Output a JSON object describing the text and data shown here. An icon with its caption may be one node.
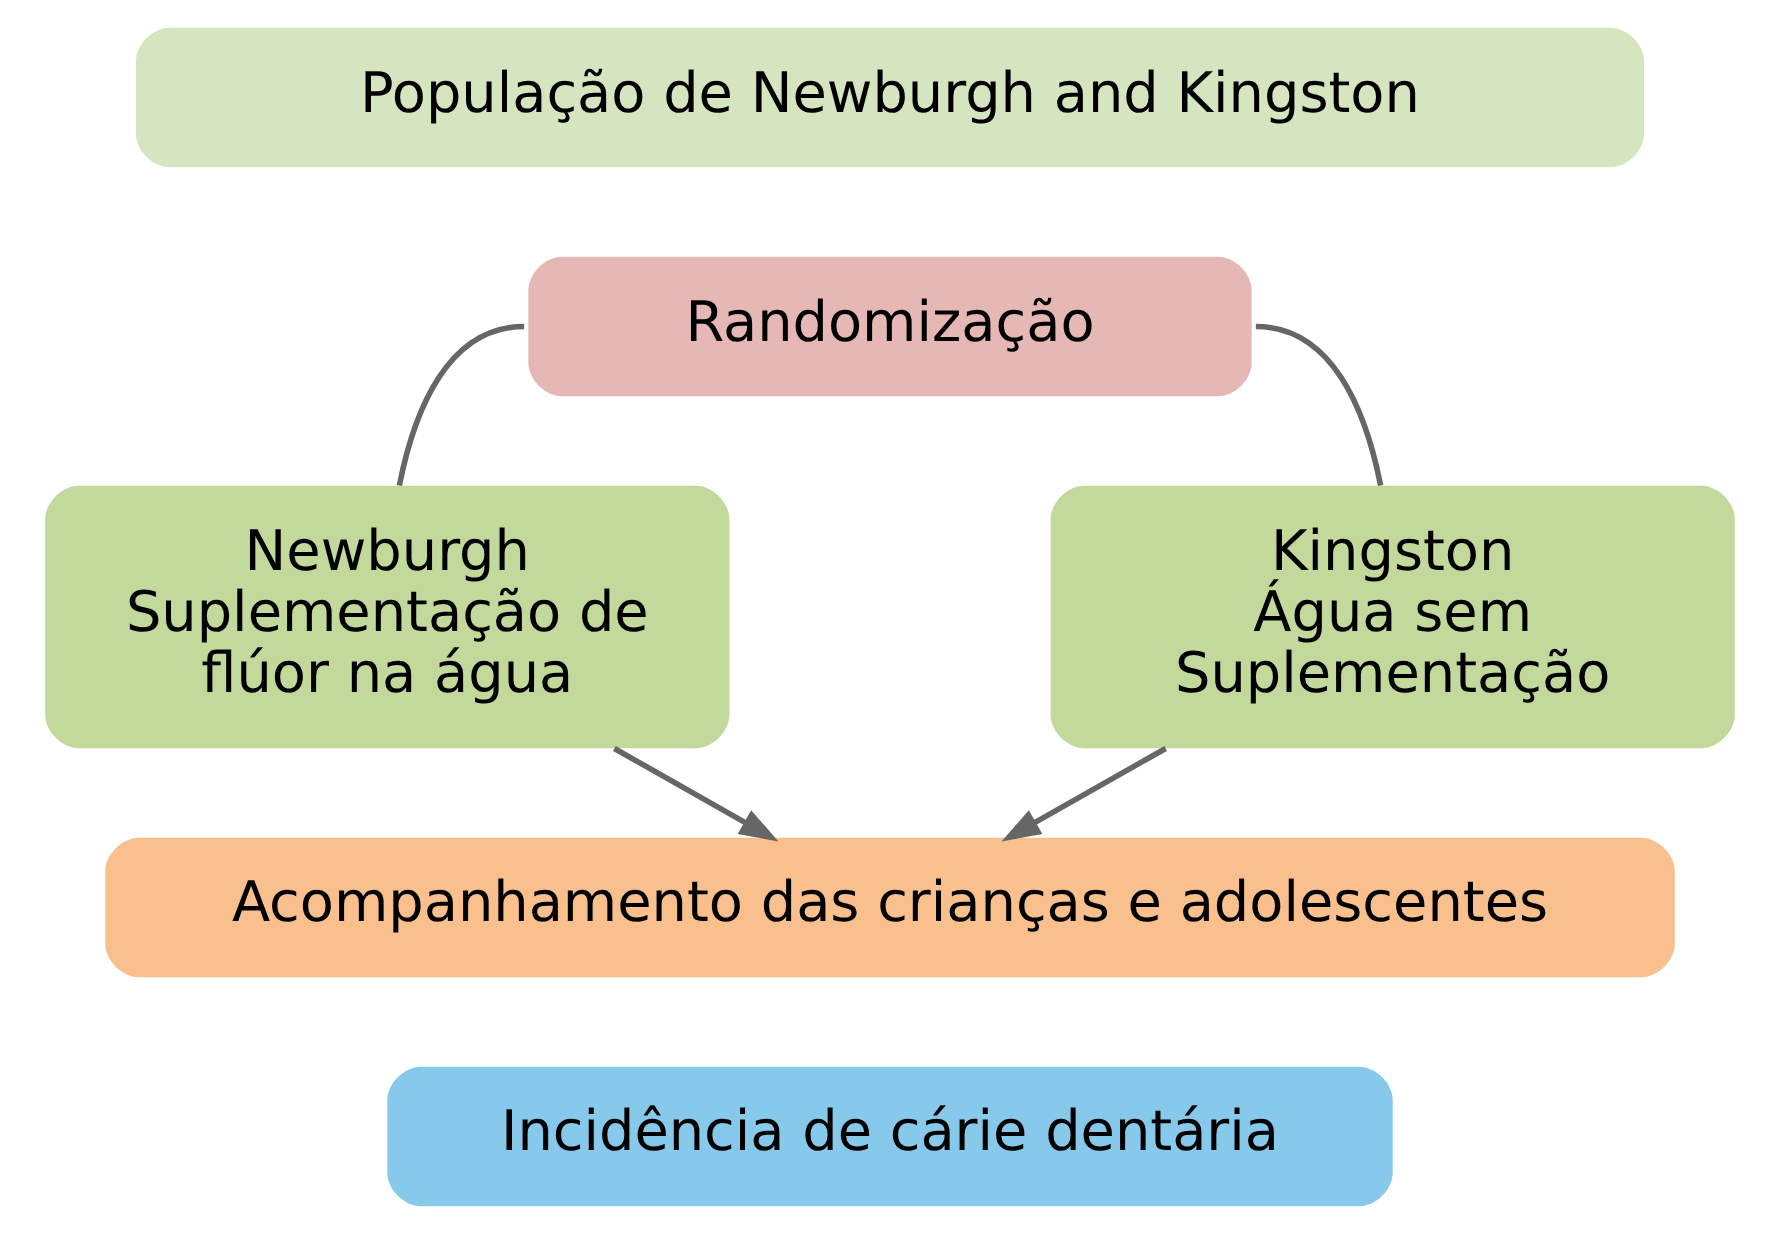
{
  "diagram": {
    "nodes": [
      {
        "text": [
          "População de Newburgh and Kingston"
        ]
      },
      {
        "text": [
          "Randomização"
        ]
      },
      {
        "text": [
          "Newburgh",
          "Suplementação de flúor na água"
        ]
      },
      {
        "text": [
          "Kingston",
          "Água sem Suplementação"
        ]
      },
      {
        "text": [
          "Acompanhamento das crianças e adolescentes"
        ]
      },
      {
        "text": [
          "Incidência de cárie dentária"
        ]
      }
    ],
    "edges": [
      {
        "from": 1,
        "to": 2,
        "arrow": "none"
      },
      {
        "from": 1,
        "to": 3,
        "arrow": "none"
      },
      {
        "from": 2,
        "to": 4,
        "arrow": "to"
      },
      {
        "from": 3,
        "to": 4,
        "arrow": "to"
      }
    ]
  }
}
